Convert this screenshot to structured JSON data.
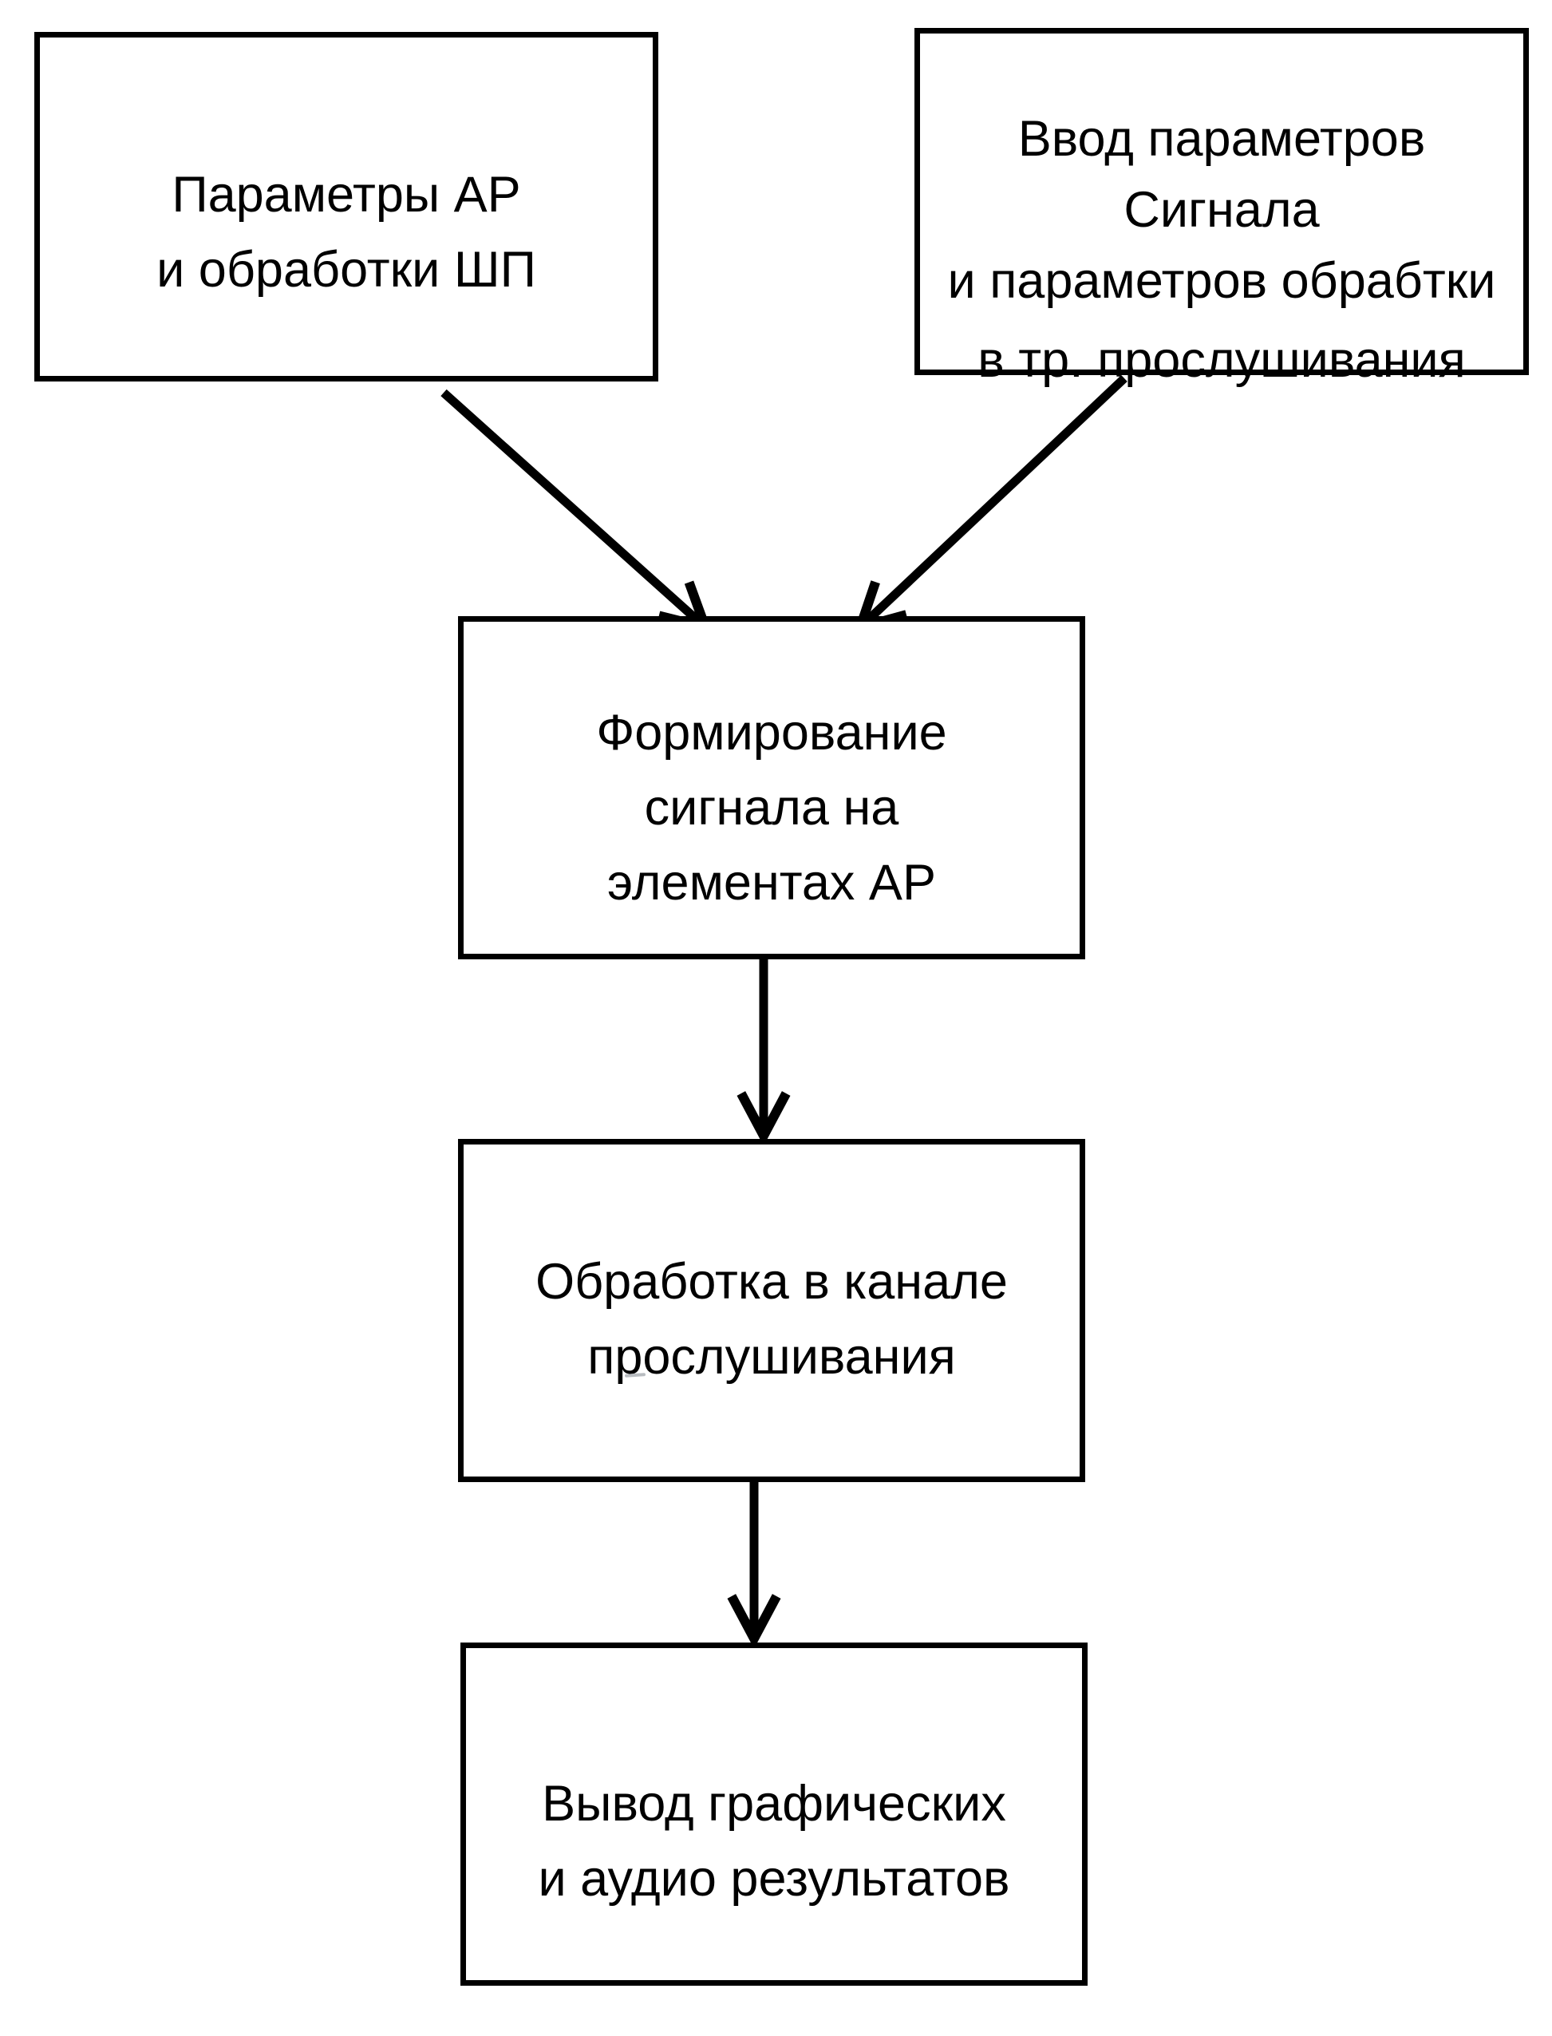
{
  "diagram": {
    "type": "flowchart",
    "background_color": "#ffffff",
    "stroke_color": "#000000",
    "nodes": [
      {
        "id": "ar-noise-params",
        "lines": [
          "Параметры АР",
          "и обработки ШП"
        ]
      },
      {
        "id": "signal-input-params",
        "lines": [
          "Ввод параметров",
          "Сигнала",
          "и параметров обрабтки",
          "в тр. прослушивания"
        ]
      },
      {
        "id": "signal-formation",
        "lines": [
          "Формирование",
          "сигнала на",
          "элементах АР"
        ]
      },
      {
        "id": "listening-channel-processing",
        "lines": [
          "Обработка в канале",
          "прослушивания"
        ]
      },
      {
        "id": "results-output",
        "lines": [
          "Вывод графических",
          "и аудио результатов"
        ]
      }
    ],
    "edges": [
      {
        "from": "ar-noise-params",
        "to": "signal-formation"
      },
      {
        "from": "signal-input-params",
        "to": "signal-formation"
      },
      {
        "from": "signal-formation",
        "to": "listening-channel-processing"
      },
      {
        "from": "listening-channel-processing",
        "to": "results-output"
      }
    ]
  }
}
